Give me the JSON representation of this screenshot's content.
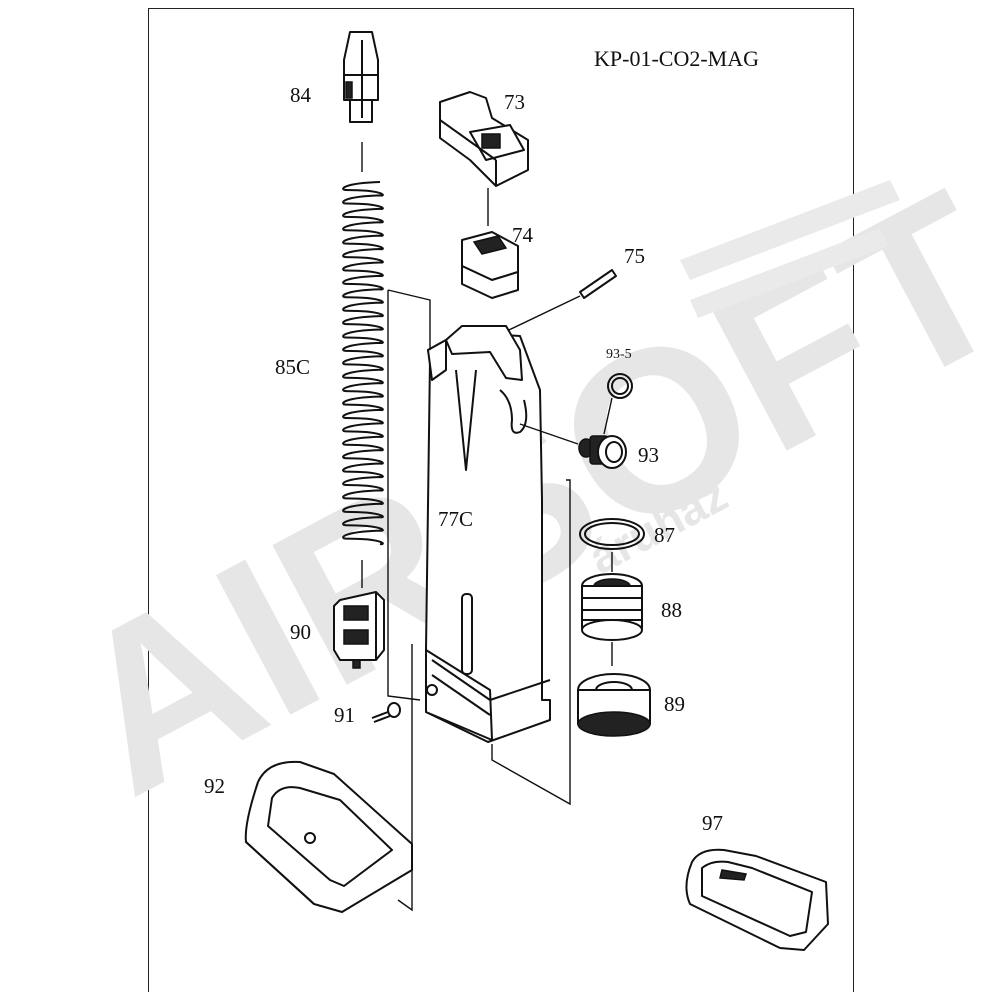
{
  "diagram": {
    "title": "KP-01-CO2-MAG",
    "watermark": {
      "main": "AIRSOFT",
      "sub": "áruház"
    },
    "parts": [
      {
        "id": "84",
        "label": "84"
      },
      {
        "id": "73",
        "label": "73"
      },
      {
        "id": "74",
        "label": "74"
      },
      {
        "id": "75",
        "label": "75"
      },
      {
        "id": "93-5",
        "label": "93-5"
      },
      {
        "id": "85C",
        "label": "85C"
      },
      {
        "id": "93",
        "label": "93"
      },
      {
        "id": "77C",
        "label": "77C"
      },
      {
        "id": "87",
        "label": "87"
      },
      {
        "id": "88",
        "label": "88"
      },
      {
        "id": "90",
        "label": "90"
      },
      {
        "id": "89",
        "label": "89"
      },
      {
        "id": "91",
        "label": "91"
      },
      {
        "id": "92",
        "label": "92"
      },
      {
        "id": "97",
        "label": "97"
      }
    ]
  }
}
